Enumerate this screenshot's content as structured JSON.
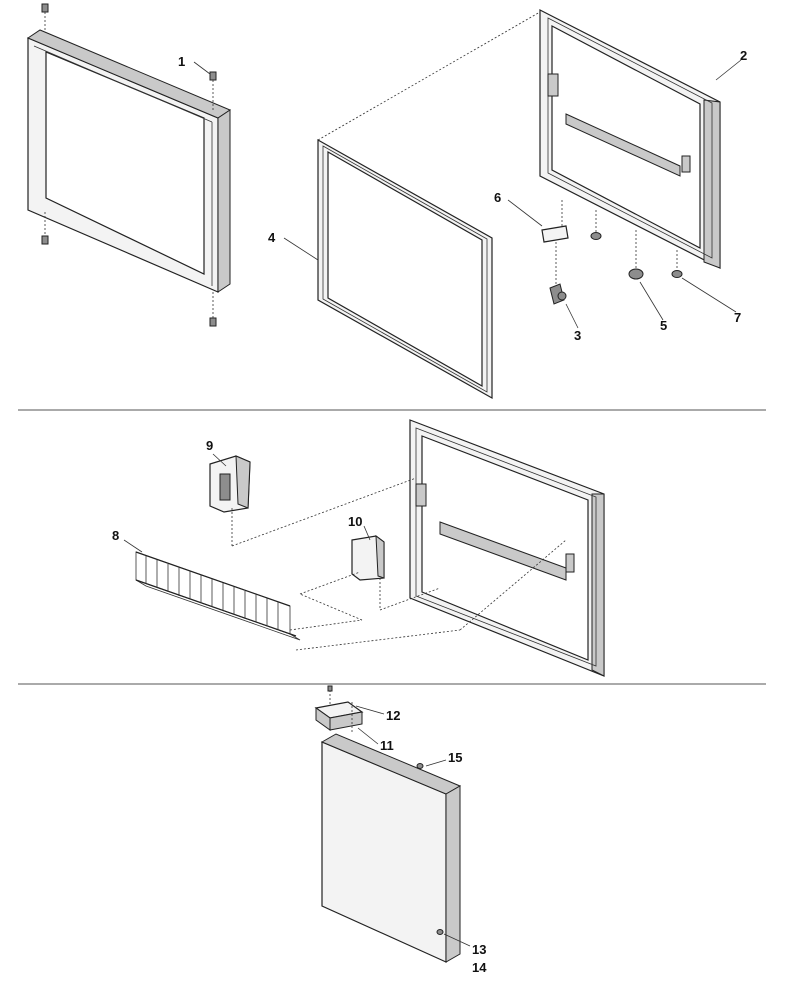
{
  "callouts": {
    "c1": "1",
    "c2": "2",
    "c3": "3",
    "c4": "4",
    "c5": "5",
    "c6": "6",
    "c7": "7",
    "c8": "8",
    "c9": "9",
    "c10": "10",
    "c11": "11",
    "c12": "12",
    "c13": "13",
    "c14": "14",
    "c15": "15"
  },
  "colors": {
    "line": "#222222",
    "divider": "#555555",
    "fill_light": "#f3f3f3",
    "fill_mid": "#c9c9c9"
  }
}
